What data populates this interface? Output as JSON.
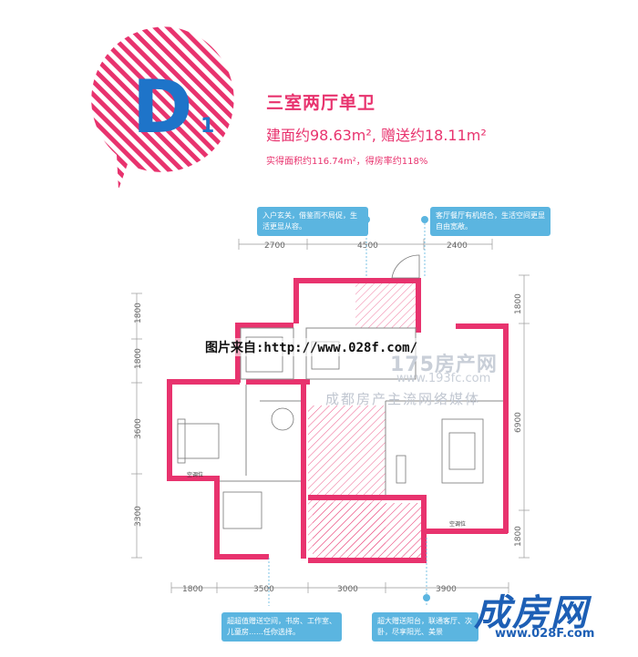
{
  "header": {
    "unit_letter": "D",
    "unit_number": "1",
    "title": "三室两厅单卫",
    "area_main": "建面约98.63m², 赠送约18.11m²",
    "area_sub": "实得面积约116.74m²，得房率约118%"
  },
  "callouts": {
    "entry": "入户玄关，借鉴而不局促，生活更显从容。",
    "living": "客厅餐厅有机结合，生活空间更显自由宽敞。",
    "study": "超超值赠送空间，书房、工作室、儿童房……任你选择。",
    "balcony": "超大赠送阳台，联通客厅、次卧，尽享阳光、美景"
  },
  "dimensions": {
    "top": [
      "2700",
      "4500",
      "2400"
    ],
    "bottom": [
      "1800",
      "3500",
      "3000",
      "3900"
    ],
    "left": [
      "1800",
      "1800",
      "3600",
      "3300"
    ],
    "right": [
      "1800",
      "6900",
      "1800"
    ]
  },
  "room_labels": {
    "ac1": "空调位",
    "ac2": "空调位"
  },
  "watermarks": {
    "source": "图片来自:http://www.028f.com/",
    "site": "175房产网",
    "site_url": "www.193fc.com",
    "slogan": "成都房产主流网络媒体"
  },
  "brand": {
    "name": "成房网",
    "url": "www.028F.com"
  },
  "colors": {
    "accent": "#e8336e",
    "wall": "#e8336e",
    "callout": "#5bb5e0",
    "brand": "#1d5fb5"
  }
}
